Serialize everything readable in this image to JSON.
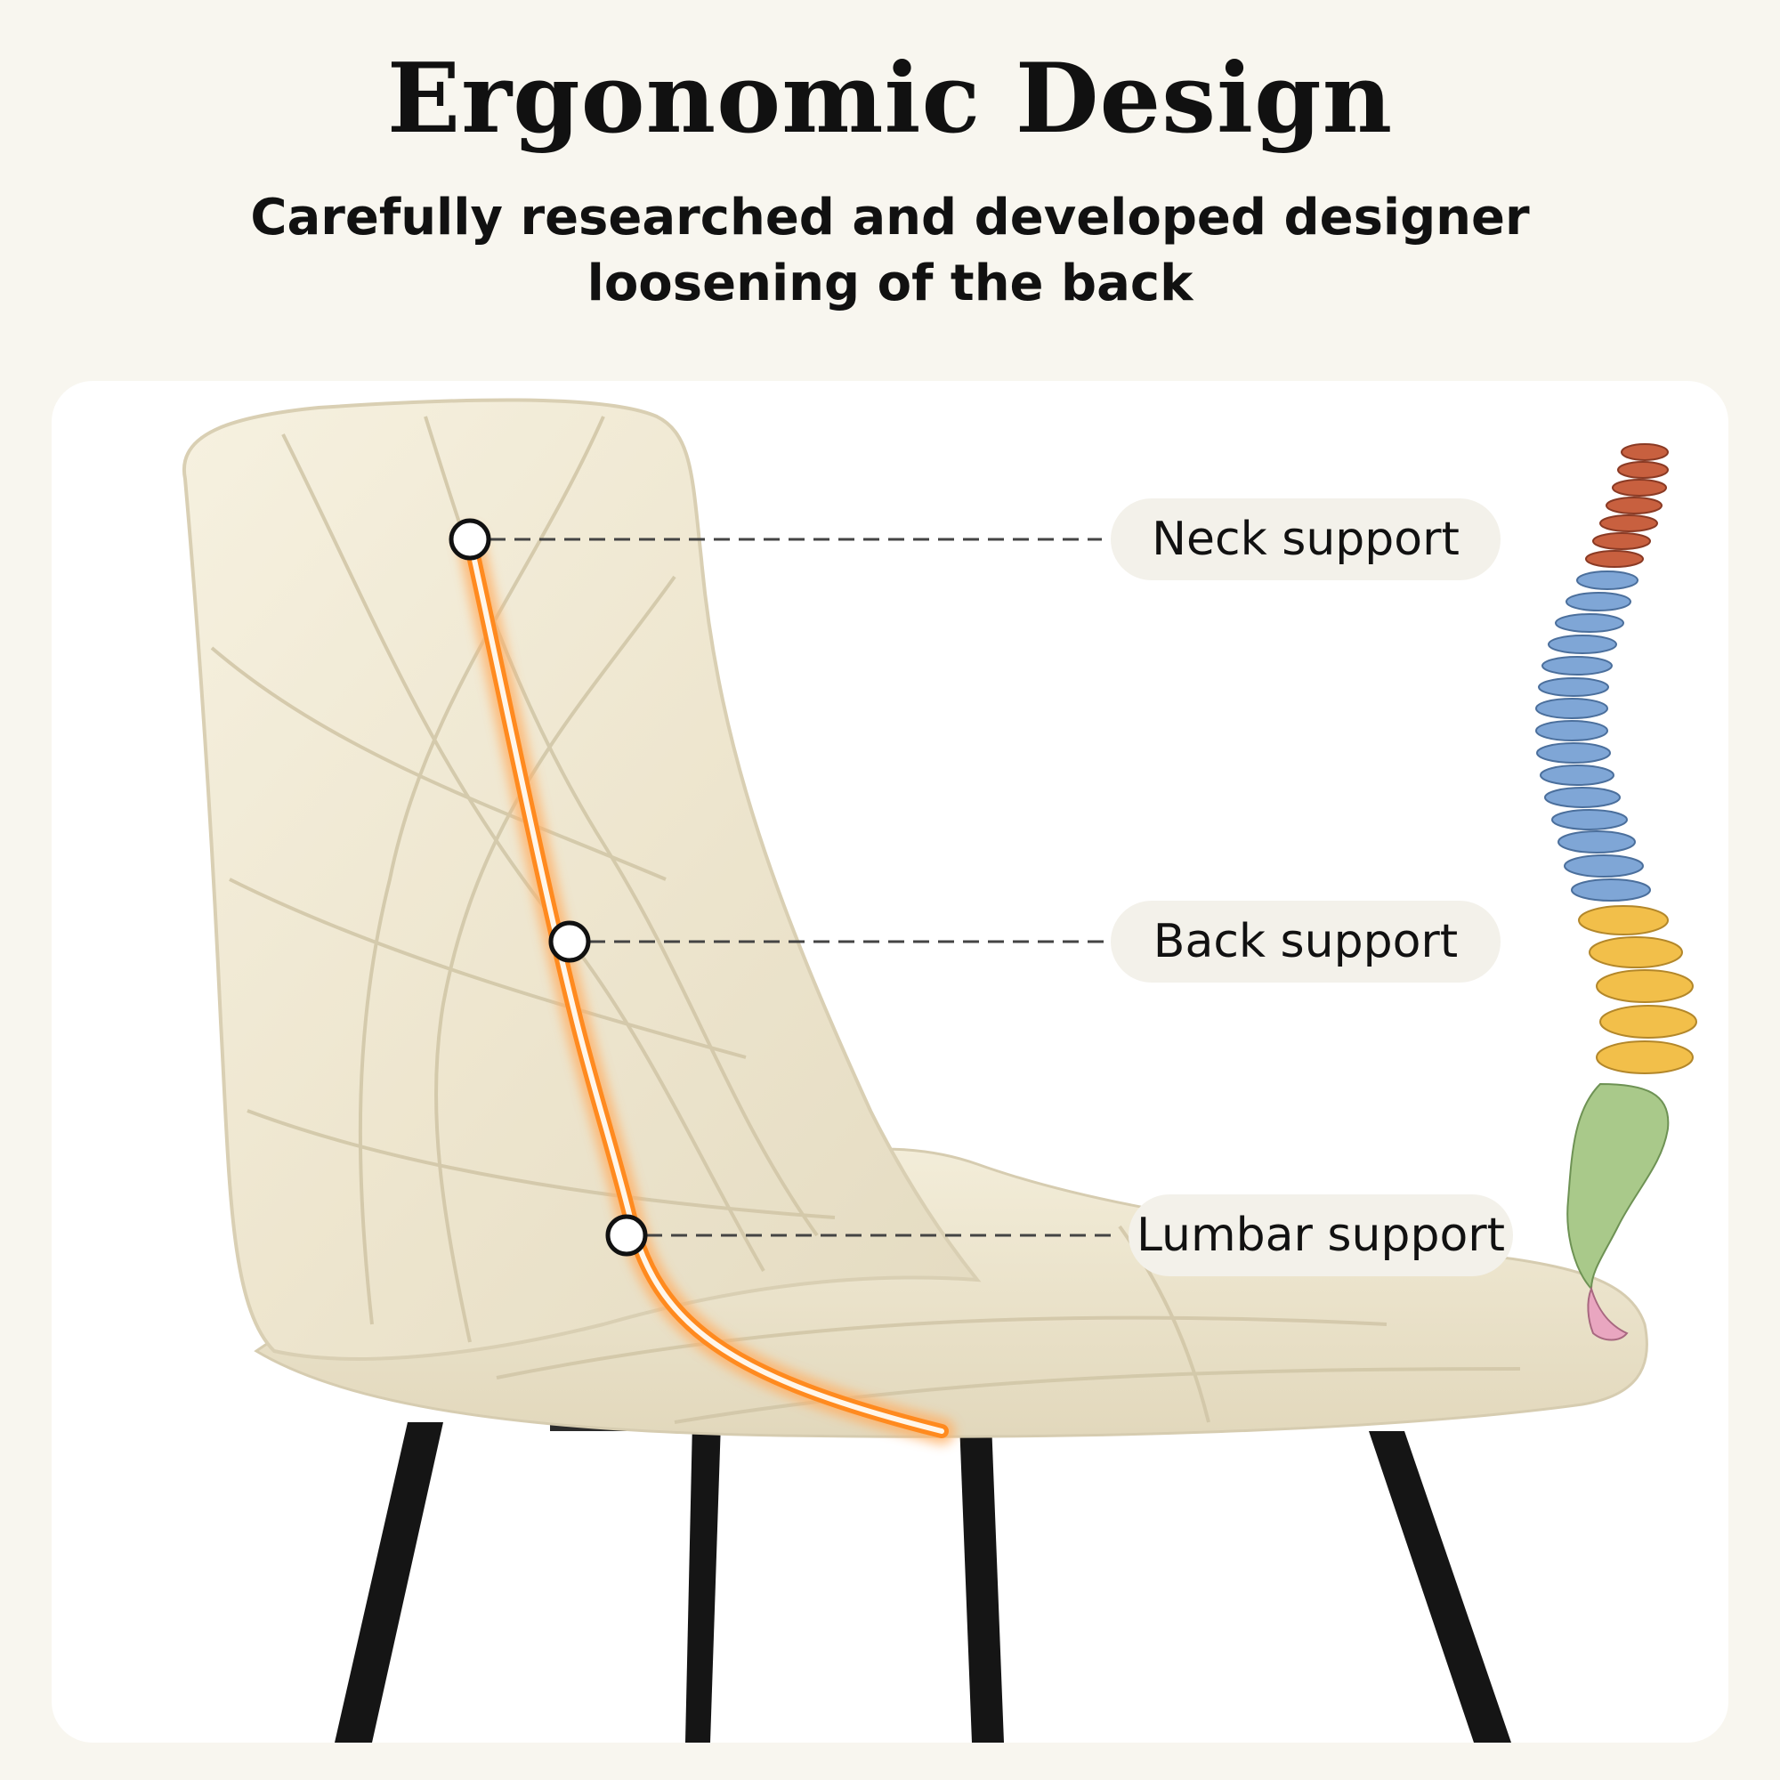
{
  "header": {
    "title": "Ergonomic Design",
    "subtitle_line1": "Carefully researched and developed designer",
    "subtitle_line2": "loosening of the back"
  },
  "callouts": {
    "neck": "Neck support",
    "back": "Back support",
    "lumbar": "Lumbar support"
  },
  "colors": {
    "background": "#f8f6ef",
    "panel": "#ffffff",
    "chair_fabric": "#efe8d2",
    "curve_orange": "#ff8a1f",
    "chair_legs": "#151515",
    "spine_cervical": "#c8603f",
    "spine_thoracic": "#7fa6d6",
    "spine_lumbar": "#f2bf4a",
    "spine_sacrum": "#a9c98a"
  },
  "icons": [
    "chair-illustration",
    "spine-illustration"
  ]
}
